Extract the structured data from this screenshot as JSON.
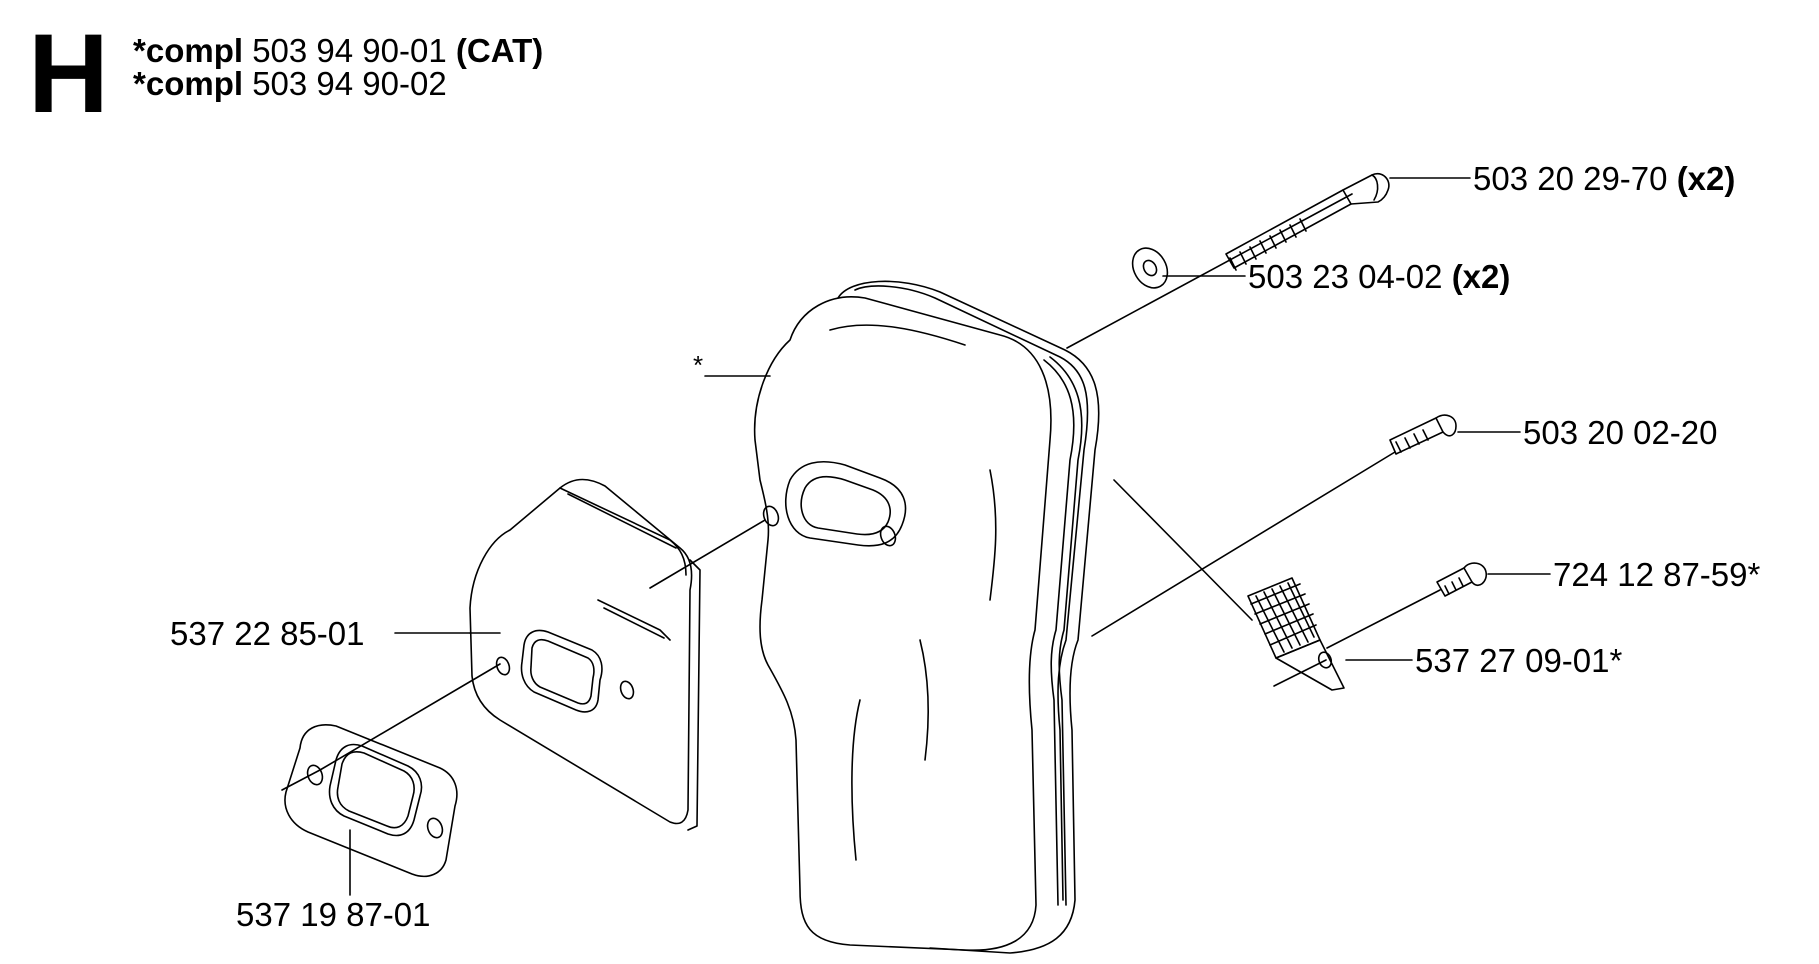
{
  "header": {
    "section_letter": "H",
    "compl_lines": [
      {
        "prefix": "*compl",
        "part": "503 94 90-01",
        "suffix": "(CAT)"
      },
      {
        "prefix": "*compl",
        "part": "503 94 90-02",
        "suffix": ""
      }
    ]
  },
  "labels": {
    "bolt_long": {
      "part": "503 20 29-70",
      "qty": "(x2)"
    },
    "washer": {
      "part": "503 23 04-02",
      "qty": "(x2)"
    },
    "muffler_marker": "*",
    "screw_short": {
      "part": "503 20 02-20",
      "qty": ""
    },
    "screw_small": {
      "part": "724 12 87-59*",
      "qty": ""
    },
    "heat_shield": {
      "part": "537 22 85-01",
      "qty": ""
    },
    "spark_screen": {
      "part": "537 27 09-01*",
      "qty": ""
    },
    "gasket": {
      "part": "537 19 87-01",
      "qty": ""
    }
  },
  "colors": {
    "line": "#000000",
    "background": "#ffffff"
  }
}
